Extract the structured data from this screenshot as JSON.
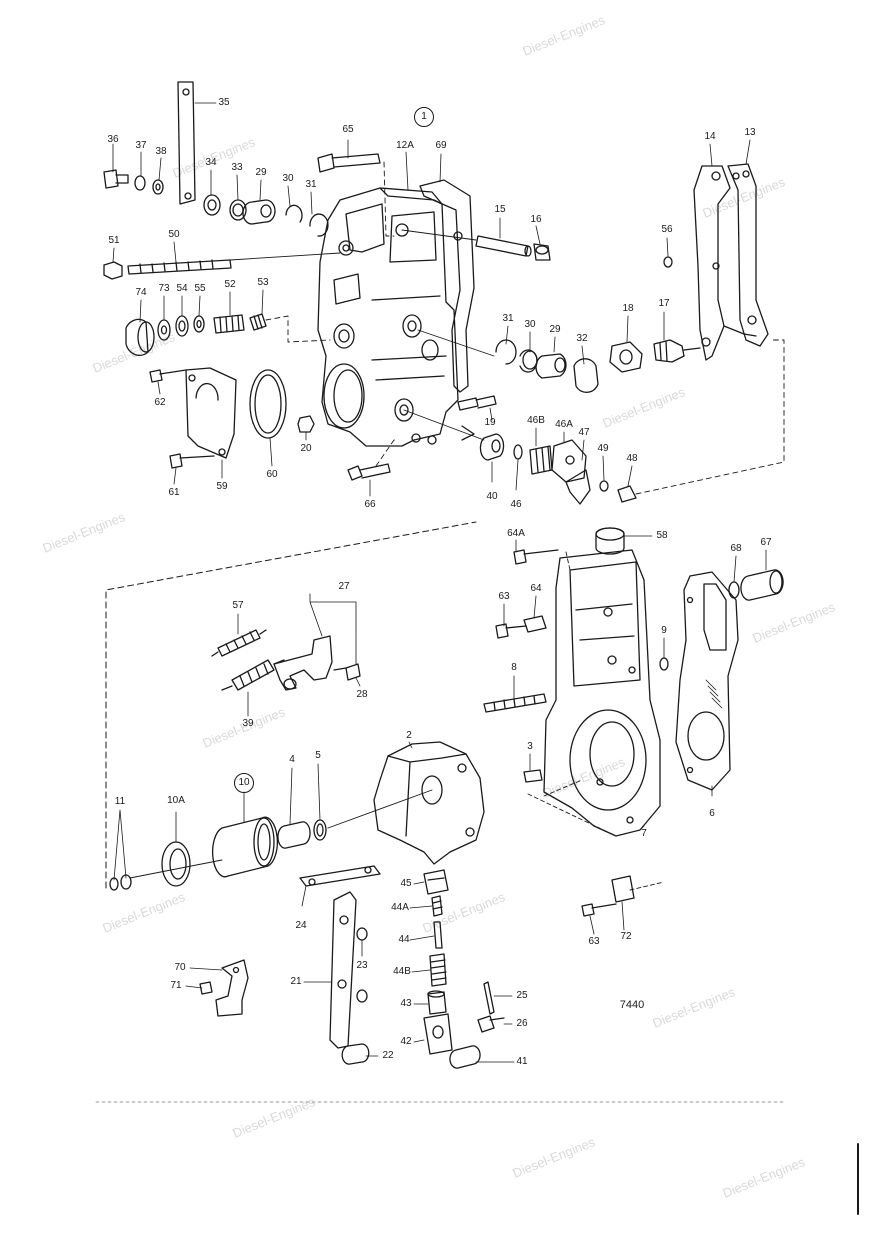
{
  "diagram_ref": "7440",
  "watermark": "Diesel-Engines",
  "callouts": [
    {
      "id": "c1",
      "text": "1",
      "circled": true
    },
    {
      "id": "c35",
      "text": "35"
    },
    {
      "id": "c36",
      "text": "36"
    },
    {
      "id": "c37",
      "text": "37"
    },
    {
      "id": "c38",
      "text": "38"
    },
    {
      "id": "c34",
      "text": "34"
    },
    {
      "id": "c33",
      "text": "33"
    },
    {
      "id": "c29a",
      "text": "29"
    },
    {
      "id": "c30a",
      "text": "30"
    },
    {
      "id": "c31a",
      "text": "31"
    },
    {
      "id": "c65",
      "text": "65"
    },
    {
      "id": "c12A",
      "text": "12A"
    },
    {
      "id": "c69",
      "text": "69"
    },
    {
      "id": "c15",
      "text": "15"
    },
    {
      "id": "c16",
      "text": "16"
    },
    {
      "id": "c14",
      "text": "14"
    },
    {
      "id": "c13",
      "text": "13"
    },
    {
      "id": "c56",
      "text": "56"
    },
    {
      "id": "c51",
      "text": "51"
    },
    {
      "id": "c50",
      "text": "50"
    },
    {
      "id": "c74",
      "text": "74"
    },
    {
      "id": "c73",
      "text": "73"
    },
    {
      "id": "c54",
      "text": "54"
    },
    {
      "id": "c55",
      "text": "55"
    },
    {
      "id": "c52",
      "text": "52"
    },
    {
      "id": "c53",
      "text": "53"
    },
    {
      "id": "c31b",
      "text": "31"
    },
    {
      "id": "c30b",
      "text": "30"
    },
    {
      "id": "c29b",
      "text": "29"
    },
    {
      "id": "c32",
      "text": "32"
    },
    {
      "id": "c18",
      "text": "18"
    },
    {
      "id": "c17",
      "text": "17"
    },
    {
      "id": "c62",
      "text": "62"
    },
    {
      "id": "c61",
      "text": "61"
    },
    {
      "id": "c59",
      "text": "59"
    },
    {
      "id": "c60",
      "text": "60"
    },
    {
      "id": "c20",
      "text": "20"
    },
    {
      "id": "c19",
      "text": "19"
    },
    {
      "id": "c46B",
      "text": "46B"
    },
    {
      "id": "c46A",
      "text": "46A"
    },
    {
      "id": "c47",
      "text": "47"
    },
    {
      "id": "c49",
      "text": "49"
    },
    {
      "id": "c48",
      "text": "48"
    },
    {
      "id": "c40",
      "text": "40"
    },
    {
      "id": "c46",
      "text": "46"
    },
    {
      "id": "c66",
      "text": "66"
    },
    {
      "id": "c64A",
      "text": "64A"
    },
    {
      "id": "c58",
      "text": "58"
    },
    {
      "id": "c68",
      "text": "68"
    },
    {
      "id": "c67",
      "text": "67"
    },
    {
      "id": "c63a",
      "text": "63"
    },
    {
      "id": "c64",
      "text": "64"
    },
    {
      "id": "c9",
      "text": "9"
    },
    {
      "id": "c27",
      "text": "27"
    },
    {
      "id": "c57",
      "text": "57"
    },
    {
      "id": "c28",
      "text": "28"
    },
    {
      "id": "c39",
      "text": "39"
    },
    {
      "id": "c8",
      "text": "8"
    },
    {
      "id": "c2",
      "text": "2"
    },
    {
      "id": "c3",
      "text": "3"
    },
    {
      "id": "c6",
      "text": "6"
    },
    {
      "id": "c7",
      "text": "7"
    },
    {
      "id": "c11",
      "text": "11"
    },
    {
      "id": "c10A",
      "text": "10A"
    },
    {
      "id": "c10",
      "text": "10",
      "circled": true
    },
    {
      "id": "c4",
      "text": "4"
    },
    {
      "id": "c5",
      "text": "5"
    },
    {
      "id": "c45",
      "text": "45"
    },
    {
      "id": "c44A",
      "text": "44A"
    },
    {
      "id": "c44",
      "text": "44"
    },
    {
      "id": "c44B",
      "text": "44B"
    },
    {
      "id": "c43",
      "text": "43"
    },
    {
      "id": "c42",
      "text": "42"
    },
    {
      "id": "c41",
      "text": "41"
    },
    {
      "id": "c25",
      "text": "25"
    },
    {
      "id": "c26",
      "text": "26"
    },
    {
      "id": "c24",
      "text": "24"
    },
    {
      "id": "c23",
      "text": "23"
    },
    {
      "id": "c21",
      "text": "21"
    },
    {
      "id": "c22",
      "text": "22"
    },
    {
      "id": "c70",
      "text": "70"
    },
    {
      "id": "c71",
      "text": "71"
    },
    {
      "id": "c63b",
      "text": "63"
    },
    {
      "id": "c72",
      "text": "72"
    }
  ]
}
